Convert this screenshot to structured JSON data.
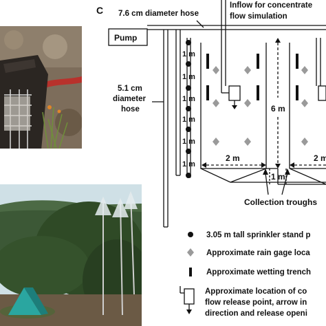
{
  "panel_label": "C",
  "labels": {
    "hose_large": "7.6 cm diameter hose",
    "inflow_line1": "Inflow for concentrate",
    "inflow_line2": "flow simulation",
    "pump": "Pump",
    "hose_small_line1": "5.1 cm",
    "hose_small_line2": "diameter",
    "hose_small_line3": "hose",
    "spacing_1m": "1 m",
    "six_m": "6 m",
    "two_m": "2 m",
    "one_m": "1 m",
    "collection": "Collection troughs"
  },
  "legend": [
    {
      "symbol": "dot",
      "text": "3.05 m tall sprinkler stand p"
    },
    {
      "symbol": "diamond",
      "text": "Approximate rain gage loca"
    },
    {
      "symbol": "bar",
      "text": "Approximate wetting trench"
    },
    {
      "symbol": "release",
      "text": "Approximate location of co",
      "text2": "flow release point, arrow in",
      "text3": "direction and release openi"
    }
  ],
  "colors": {
    "line": "#111111",
    "diamond": "#9a9a9a",
    "photo_sky": "#cfe0e6",
    "photo_forest": "#2f4a26",
    "photo_soil": "#6b5a45",
    "hose_red": "#b8322c"
  }
}
